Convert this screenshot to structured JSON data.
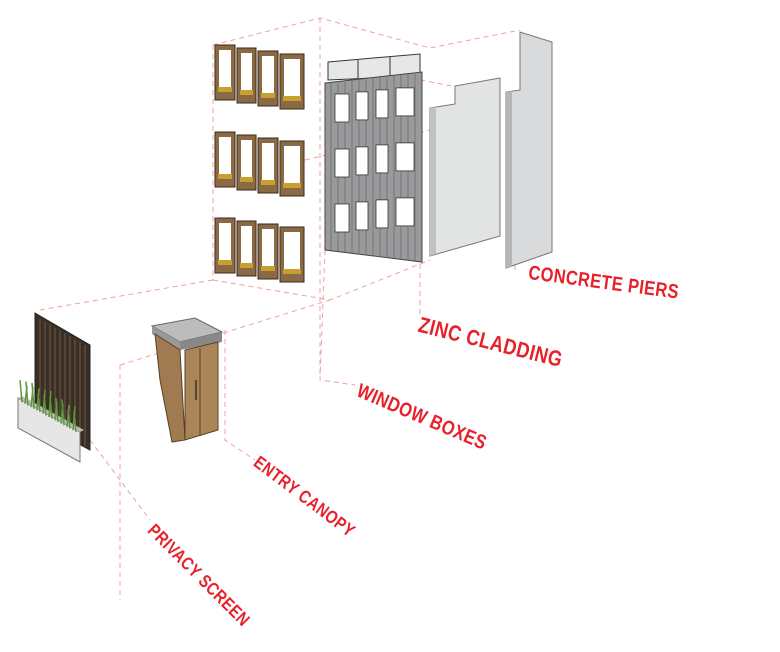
{
  "labels": {
    "concrete_piers": "CONCRETE PIERS",
    "zinc_cladding": "ZINC CLADDING",
    "window_boxes": "WINDOW BOXES",
    "entry_canopy": "ENTRY CANOPY",
    "privacy_screen": "PRIVACY SCREEN"
  },
  "colors": {
    "label": "#e8202a",
    "leader": "#f0a0a4",
    "wood": "#8a6a44",
    "zinc": "#9a9a9c",
    "concrete": "#d8dadb"
  }
}
